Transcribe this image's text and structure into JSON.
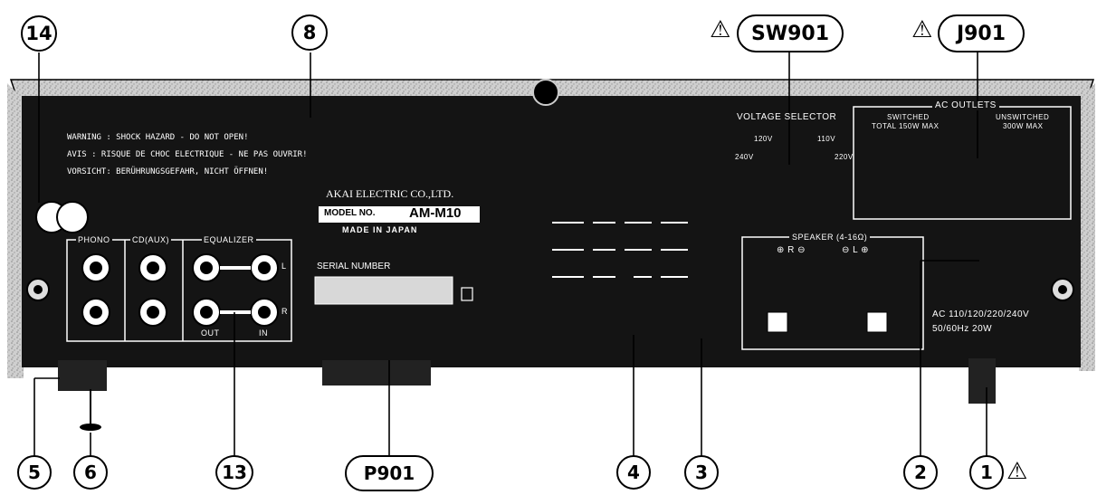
{
  "callouts": {
    "c14": "14",
    "c8": "8",
    "sw901": "SW901",
    "j901": "J901",
    "c5": "5",
    "c6": "6",
    "c13": "13",
    "p901": "P901",
    "c4": "4",
    "c3": "3",
    "c2": "2",
    "c1": "1"
  },
  "warning_symbol": "⚠",
  "warning": {
    "line1": "WARNING : SHOCK HAZARD - DO NOT OPEN!",
    "line2": "AVIS : RISQUE DE CHOC ELECTRIQUE - NE PAS OUVRIR!",
    "line3": "VORSICHT: BERÜHRUNGSGEFAHR, NICHT ÖFFNEN!"
  },
  "maker": {
    "company": "AKAI ELECTRIC CO.,LTD.",
    "model_prefix": "MODEL NO.",
    "model": "AM-M10",
    "origin": "MADE IN JAPAN",
    "serial_label": "SERIAL NUMBER"
  },
  "jacks": {
    "phono": "PHONO",
    "cd_aux": "CD(AUX)",
    "equalizer": "EQUALIZER",
    "out": "OUT",
    "in": "IN",
    "l": "L",
    "r": "R"
  },
  "voltage": {
    "title": "VOLTAGE SELECTOR",
    "v120": "120V",
    "v110": "110V",
    "v240": "240V",
    "v220": "220V"
  },
  "ac_outlets": {
    "title": "AC OUTLETS",
    "switched": "SWITCHED",
    "switched_total": "TOTAL 150W MAX",
    "unswitched": "UNSWITCHED",
    "unswitched_max": "300W MAX"
  },
  "speaker": {
    "title": "SPEAKER (4-16Ω)",
    "r": "⊕ R ⊖",
    "l": "⊖ L ⊕"
  },
  "power": {
    "ac": "AC 110/120/220/240V",
    "freq": "50/60Hz  20W"
  },
  "colors": {
    "panel": "#141414",
    "chassis": "#bdbdbd",
    "line": "#000000"
  }
}
